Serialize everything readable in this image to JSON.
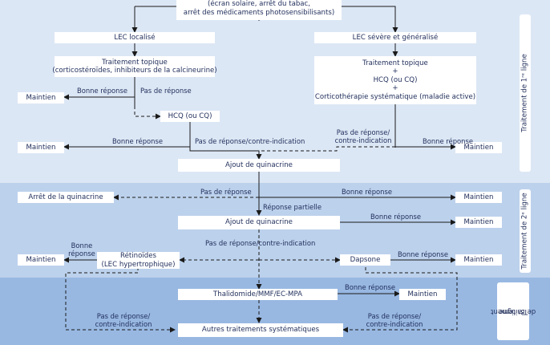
{
  "top_box": [
    "(écran solaire, arrêt du tabac,",
    "arrêt des médicaments photosensibilisants)"
  ],
  "boxes": {
    "lec_localise": "LEC localisé",
    "lec_severe": "LEC sévère et généralisé",
    "tt_local": [
      "Traitement topique",
      "(corticostéroïdes, inhibiteurs de la calcineurine)"
    ],
    "tt_severe": [
      "Traitement topique",
      "+",
      "HCQ (ou CQ)",
      "+",
      "Corticothérapie systématique (maladie active)"
    ],
    "maintien": "Maintien",
    "hcq": "HCQ (ou CQ)",
    "quinacrine": "Ajout de quinacrine",
    "arret_quinacrine": "Arrêt de la quinacrine",
    "retinoides": [
      "Rétinoïdes",
      "(LEC hypertrophique)"
    ],
    "dapsone": "Dapsone",
    "thalidomide": "Thalidomide/MMF/EC-MPA",
    "autres": "Autres traitements systématiques"
  },
  "labels": {
    "bonne_reponse": "Bonne réponse",
    "pas_de_reponse": "Pas de réponse",
    "pas_ci": "Pas de réponse/contre-indication",
    "pas_slash": "Pas de réponse/",
    "contre_indication": "contre-indication",
    "reponse_partielle": "Réponse partielle",
    "bonne": "Bonne",
    "reponse": "réponse"
  },
  "side_labels": {
    "l1": "Traitement de 1ʳᵉ ligne",
    "l2": "Traitement de 2ᵉ ligne",
    "l3a": "Traitement",
    "l3b": "de 3ᵉ ligne"
  },
  "colors": {
    "band1": "#dce7f5",
    "band2": "#bcd1ec",
    "band3": "#98b8e2",
    "text": "#1f2d5a",
    "line": "#1a1a1a"
  }
}
